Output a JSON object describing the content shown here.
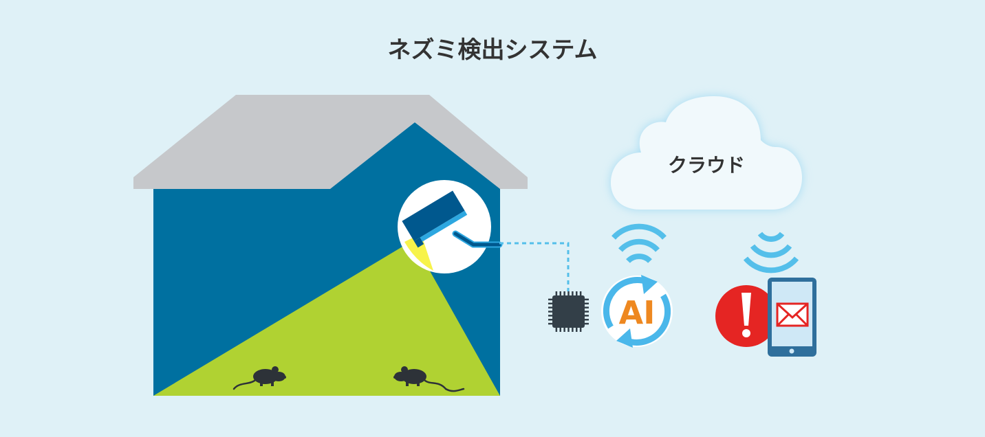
{
  "title": "ネズミ検出システム",
  "cloud": {
    "label": "クラウド"
  },
  "ai_badge": {
    "label": "AI"
  },
  "colors": {
    "background": "#dff1f7",
    "roof": "#c6c8cb",
    "house_wall": "#0070a0",
    "detection_area": "#b0d232",
    "camera_body": "#00588e",
    "camera_accent": "#2da7e0",
    "wifi_signal": "#54bfea",
    "ai_arrows": "#4ab7ea",
    "ai_text": "#ee8820",
    "alert_red": "#e52523",
    "chip": "#333f48",
    "phone_frame": "#2f6f9c",
    "mouse": "#2d3238",
    "title_text": "#333333"
  }
}
